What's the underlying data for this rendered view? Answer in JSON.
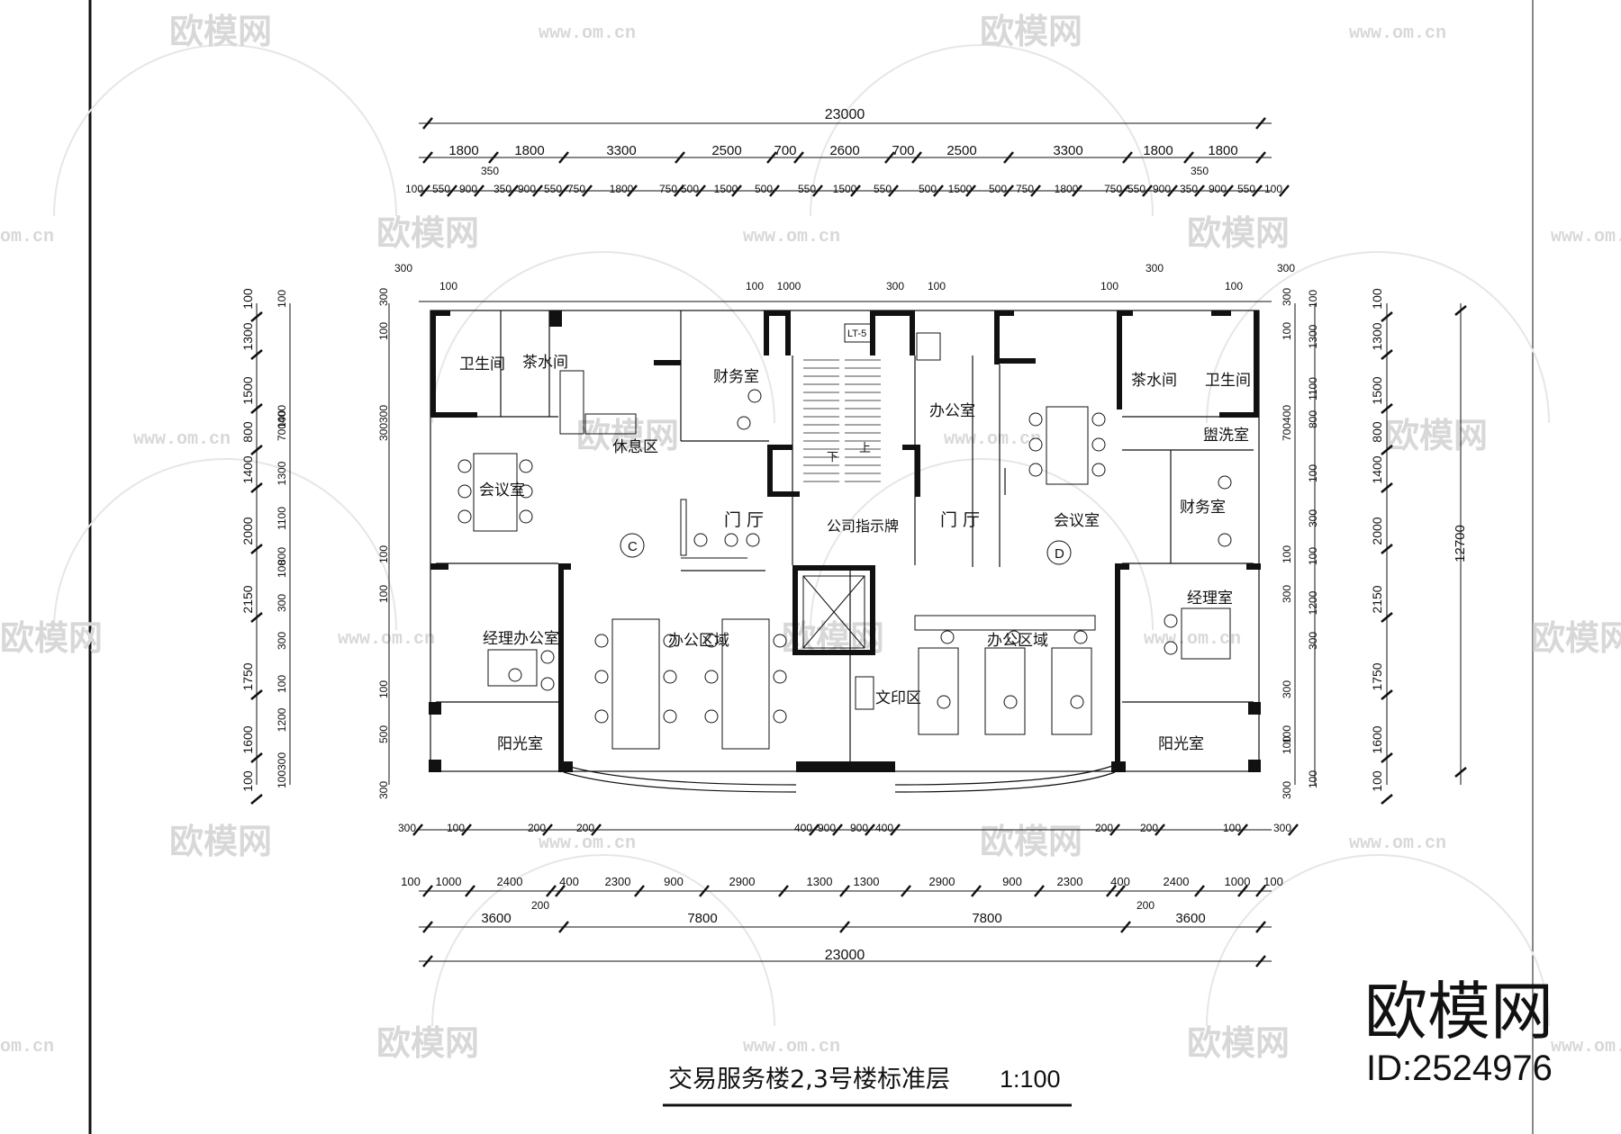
{
  "title": {
    "text": "交易服务楼2,3号楼标准层",
    "scale": "1:100"
  },
  "brand": {
    "logo": "欧模网",
    "id": "ID:2524976"
  },
  "watermark": {
    "brand": "欧模网",
    "url": "www.om.cn",
    "partial_url": "om.cn",
    "partial_brand": "欧模网"
  },
  "rooms": {
    "wc_left": "卫生间",
    "tea_left": "茶水间",
    "rest": "休息区",
    "finance_top": "财务室",
    "office_top": "办公室",
    "tea_right": "茶水间",
    "wc_right": "卫生间",
    "wash": "盥洗室",
    "meeting_left": "会议室",
    "lobby_left": "门 厅",
    "directory": "公司指示牌",
    "lobby_right": "门 厅",
    "meeting_right": "会议室",
    "finance_right": "财务室",
    "manager_office": "经理办公室",
    "office_area_left": "办公区域",
    "office_area_right": "办公区域",
    "print_area": "文印区",
    "manager_right": "经理室",
    "sun_left": "阳光室",
    "sun_right": "阳光室",
    "axis_c": "C",
    "axis_d": "D",
    "lift_label": "LT-5",
    "stair_down": "下",
    "stair_up": "上"
  },
  "dims": {
    "total": "23000",
    "top_row1": [
      "1800",
      "1800",
      "3300",
      "2500",
      "700",
      "2600",
      "700",
      "2500",
      "3300",
      "1800",
      "1800"
    ],
    "top_350a": "350",
    "top_350b": "350",
    "top_row2": [
      "100",
      "550",
      "900",
      "350",
      "900",
      "550",
      "750",
      "1800",
      "750",
      "500",
      "1500",
      "500",
      "550",
      "1500",
      "550",
      "500",
      "1500",
      "500",
      "750",
      "1800",
      "750",
      "550",
      "900",
      "350",
      "900",
      "550",
      "100"
    ],
    "upper_small": [
      "300",
      "100",
      "100",
      "1000",
      "300",
      "100",
      "100",
      "300",
      "100",
      "300"
    ],
    "left_outer": [
      "100",
      "1300",
      "1500",
      "800",
      "1400",
      "2000",
      "2150",
      "1750",
      "1600",
      "100"
    ],
    "left_inner": [
      "100",
      "400",
      "700",
      "100",
      "1300",
      "1100",
      "800",
      "100",
      "300",
      "300",
      "100",
      "1200",
      "300",
      "100"
    ],
    "left_side": [
      "300",
      "100",
      "300",
      "300",
      "100",
      "100",
      "100",
      "500",
      "300"
    ],
    "right_outer": [
      "100",
      "1300",
      "1500",
      "800",
      "1400",
      "2000",
      "2150",
      "1750",
      "1600",
      "100"
    ],
    "right_inner": [
      "100",
      "1300",
      "1100",
      "800",
      "100",
      "300",
      "100",
      "1200",
      "300",
      "100"
    ],
    "right_side": [
      "300",
      "100",
      "700",
      "400",
      "100",
      "300",
      "300",
      "100",
      "100",
      "300"
    ],
    "right_total": "12700",
    "bottom_row1": [
      "300",
      "100",
      "200",
      "200",
      "400",
      "900",
      "900",
      "400",
      "200",
      "200",
      "100",
      "300"
    ],
    "bottom_row2": [
      "100",
      "1000",
      "2400",
      "400",
      "2300",
      "900",
      "2900",
      "1300",
      "1300",
      "2900",
      "900",
      "2300",
      "400",
      "2400",
      "1000",
      "100"
    ],
    "bottom_200a": "200",
    "bottom_200b": "200",
    "bottom_row3": [
      "3600",
      "7800",
      "7800",
      "3600"
    ]
  }
}
